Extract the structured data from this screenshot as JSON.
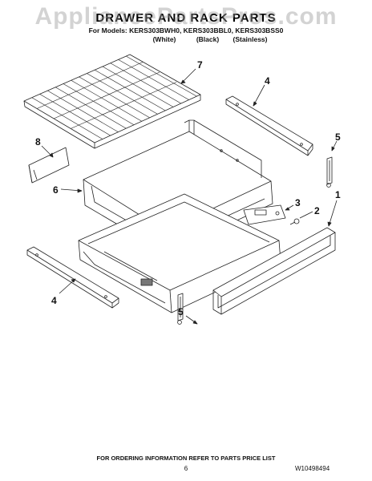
{
  "header": {
    "title": "DRAWER AND RACK PARTS",
    "models_line": "For Models: KERS303BWH0, KERS303BBL0, KERS303BSS0",
    "variants": [
      "(White)",
      "(Black)",
      "(Stainless)"
    ]
  },
  "watermark": "AppliancePartsPros.com",
  "callouts": [
    "7",
    "4",
    "8",
    "5",
    "6",
    "3",
    "2",
    "1",
    "4",
    "5"
  ],
  "footer": {
    "ordering_note": "FOR ORDERING INFORMATION REFER TO PARTS PRICE LIST",
    "page_number": "6",
    "doc_id": "W10498494"
  },
  "colors": {
    "line": "#222222",
    "watermark": "#969696"
  }
}
